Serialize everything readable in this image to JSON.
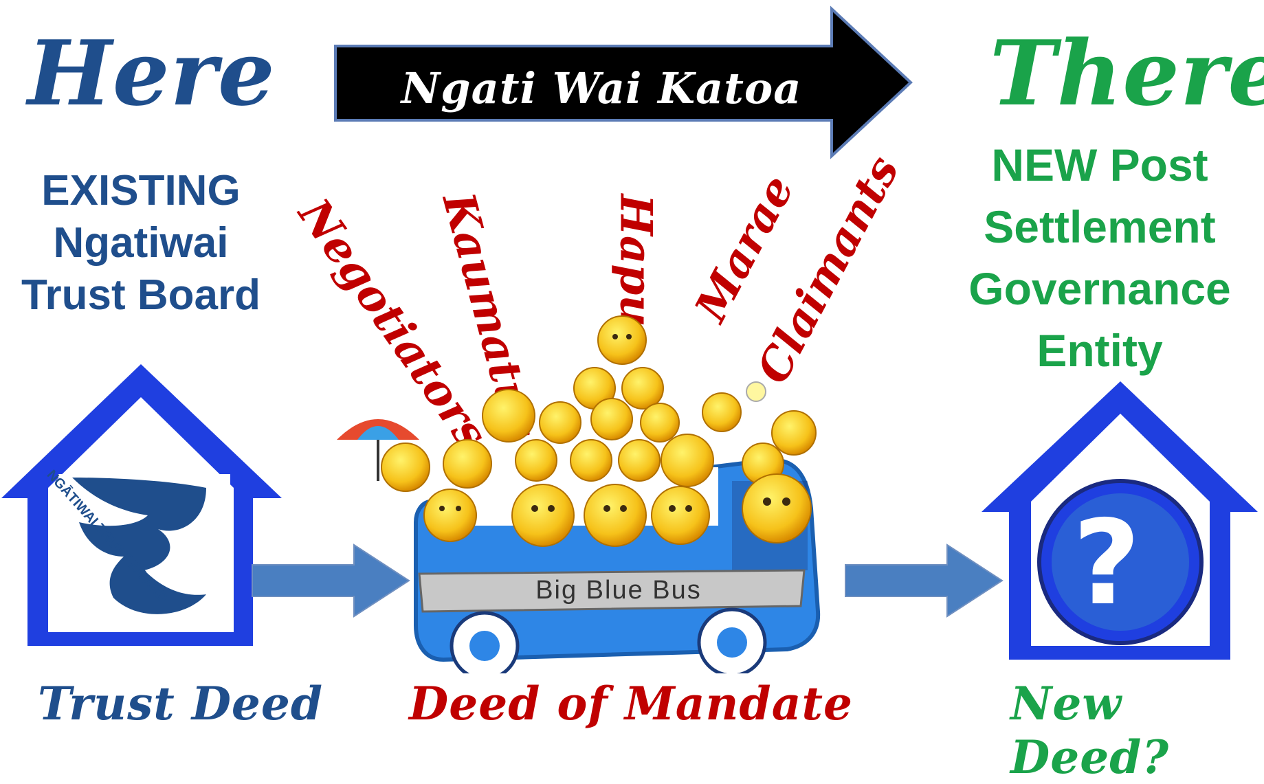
{
  "here": {
    "title": "Here",
    "lines": [
      "EXISTING",
      "Ngatiwai",
      "Trust Board"
    ],
    "deed": "Trust Deed",
    "logo_text": "NGĀTIWAI TRUST BOARD"
  },
  "middle": {
    "arrow_label": "Ngati Wai Katoa",
    "groups": [
      "Negotiators",
      "Kaumatua",
      "Hapu",
      "Marae",
      "Claimants"
    ],
    "bus_label": "Big Blue Bus",
    "deed": "Deed of Mandate"
  },
  "there": {
    "title": "There",
    "lines": [
      "NEW Post",
      "Settlement",
      "Governance",
      "Entity"
    ],
    "deed": "New Deed?",
    "symbol": "?"
  },
  "colors": {
    "here_blue": "#1f4e8c",
    "there_green": "#1aa34a",
    "accent_red": "#c00000",
    "house_blue": "#1f3fe0",
    "bus_blue": "#2e86e6",
    "connector_blue": "#4a7fc1"
  },
  "icons": [
    "house-icon",
    "trust-board-logo",
    "bus-icon",
    "emoji-crowd",
    "question-mark-icon",
    "right-arrow-icon"
  ]
}
